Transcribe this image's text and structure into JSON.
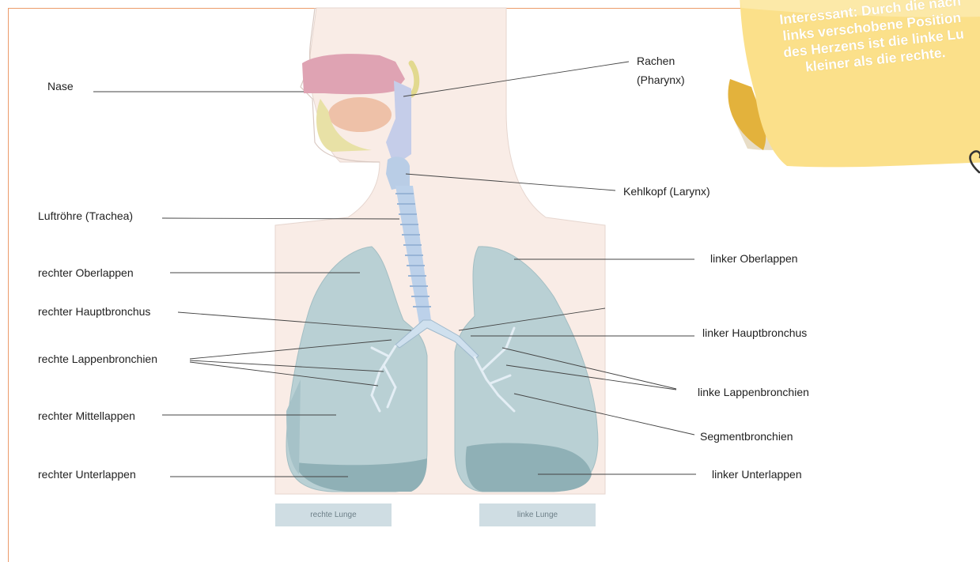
{
  "labels": {
    "nase": "Nase",
    "rachen": "Rachen",
    "pharynx": "(Pharynx)",
    "kehlkopf": "Kehlkopf (Larynx)",
    "luftroehre": "Luftröhre (Trachea)",
    "rechter_oberlappen": "rechter Oberlappen",
    "rechter_hauptbronchus": "rechter Hauptbronchus",
    "rechte_lappenbronchien": "rechte Lappenbronchien",
    "rechter_mittellappen": "rechter Mittellappen",
    "rechter_unterlappen": "rechter Unterlappen",
    "linker_oberlappen": "linker Oberlappen",
    "linker_hauptbronchus": "linker Hauptbronchus",
    "linke_lappenbronchien": "linke Lappenbronchien",
    "segmentbronchien": "Segmentbronchien",
    "linker_unterlappen": "linker Unterlappen"
  },
  "tags": {
    "rechte_lunge": "rechte Lunge",
    "linke_lunge": "linke Lunge"
  },
  "note": {
    "line1": "Interessant: Durch die nach",
    "line2": "links verschobene Position",
    "line3": "des Herzens ist die linke Lu",
    "line4": "kleiner als die rechte."
  },
  "colors": {
    "border": "#ec9b6a",
    "body_silhouette": "#f9ece6",
    "lung": "#b9d0d4",
    "lung_dark": "#8fb0b6",
    "nose": "#dfa3b3",
    "trachea": "#b9cde6",
    "note": "#fbe08a",
    "tag": "#cfdde3"
  }
}
